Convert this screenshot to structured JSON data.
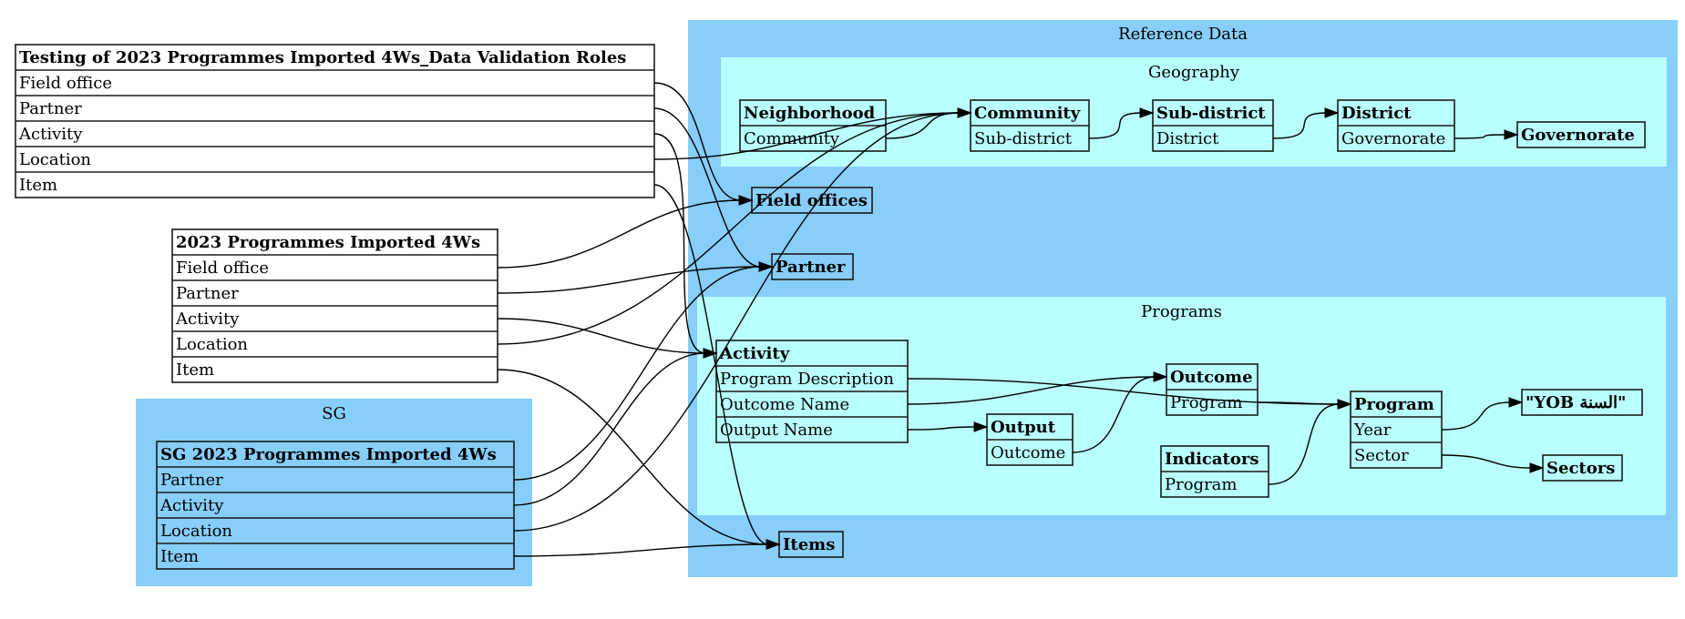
{
  "clusters": {
    "reference": {
      "label": "Reference Data",
      "color": "#87cefa"
    },
    "geography": {
      "label": "Geography",
      "color": "#b9ffff"
    },
    "programs": {
      "label": "Programs",
      "color": "#b9ffff"
    },
    "sg": {
      "label": "SG",
      "color": "#87cefa"
    }
  },
  "nodes": {
    "testing": {
      "title": "Testing of 2023 Programmes Imported 4Ws_Data Validation Roles",
      "fields": [
        "Field office",
        "Partner",
        "Activity",
        "Location",
        "Item"
      ]
    },
    "imported": {
      "title": "2023 Programmes Imported 4Ws",
      "fields": [
        "Field office",
        "Partner",
        "Activity",
        "Location",
        "Item"
      ]
    },
    "sg_imported": {
      "title": "SG 2023 Programmes Imported 4Ws",
      "fields": [
        "Partner",
        "Activity",
        "Location",
        "Item"
      ]
    },
    "neighborhood": {
      "title": "Neighborhood",
      "fields": [
        "Community"
      ]
    },
    "community": {
      "title": "Community",
      "fields": [
        "Sub-district"
      ]
    },
    "subdistrict": {
      "title": "Sub-district",
      "fields": [
        "District"
      ]
    },
    "district": {
      "title": "District",
      "fields": [
        "Governorate"
      ]
    },
    "governorate": {
      "title": "Governorate",
      "fields": []
    },
    "field_offices": {
      "title": "Field offices",
      "fields": []
    },
    "partner": {
      "title": "Partner",
      "fields": []
    },
    "activity": {
      "title": "Activity",
      "fields": [
        "Program Description",
        "Outcome Name",
        "Output Name"
      ]
    },
    "outcome": {
      "title": "Outcome",
      "fields": [
        "Program"
      ]
    },
    "output": {
      "title": "Output",
      "fields": [
        "Outcome"
      ]
    },
    "indicators": {
      "title": "Indicators",
      "fields": [
        "Program"
      ]
    },
    "program": {
      "title": "Program",
      "fields": [
        "Year",
        "Sector"
      ]
    },
    "yob": {
      "title": "\"YOB السنة\"",
      "fields": []
    },
    "sectors": {
      "title": "Sectors",
      "fields": []
    },
    "items": {
      "title": "Items",
      "fields": []
    }
  },
  "edges": [
    {
      "from": "testing.Field office",
      "to": "field_offices"
    },
    {
      "from": "testing.Partner",
      "to": "partner"
    },
    {
      "from": "testing.Activity",
      "to": "activity"
    },
    {
      "from": "testing.Location",
      "to": "community"
    },
    {
      "from": "testing.Item",
      "to": "items"
    },
    {
      "from": "imported.Field office",
      "to": "field_offices"
    },
    {
      "from": "imported.Partner",
      "to": "partner"
    },
    {
      "from": "imported.Activity",
      "to": "activity"
    },
    {
      "from": "imported.Location",
      "to": "community"
    },
    {
      "from": "imported.Item",
      "to": "items"
    },
    {
      "from": "sg_imported.Partner",
      "to": "partner"
    },
    {
      "from": "sg_imported.Activity",
      "to": "activity"
    },
    {
      "from": "sg_imported.Location",
      "to": "community"
    },
    {
      "from": "sg_imported.Item",
      "to": "items"
    },
    {
      "from": "neighborhood.Community",
      "to": "community"
    },
    {
      "from": "community.Sub-district",
      "to": "subdistrict"
    },
    {
      "from": "subdistrict.District",
      "to": "district"
    },
    {
      "from": "district.Governorate",
      "to": "governorate"
    },
    {
      "from": "activity.Program Description",
      "to": "program"
    },
    {
      "from": "activity.Outcome Name",
      "to": "outcome"
    },
    {
      "from": "activity.Output Name",
      "to": "output"
    },
    {
      "from": "output.Outcome",
      "to": "outcome"
    },
    {
      "from": "outcome.Program",
      "to": "program"
    },
    {
      "from": "indicators.Program",
      "to": "program"
    },
    {
      "from": "program.Year",
      "to": "yob"
    },
    {
      "from": "program.Sector",
      "to": "sectors"
    }
  ]
}
